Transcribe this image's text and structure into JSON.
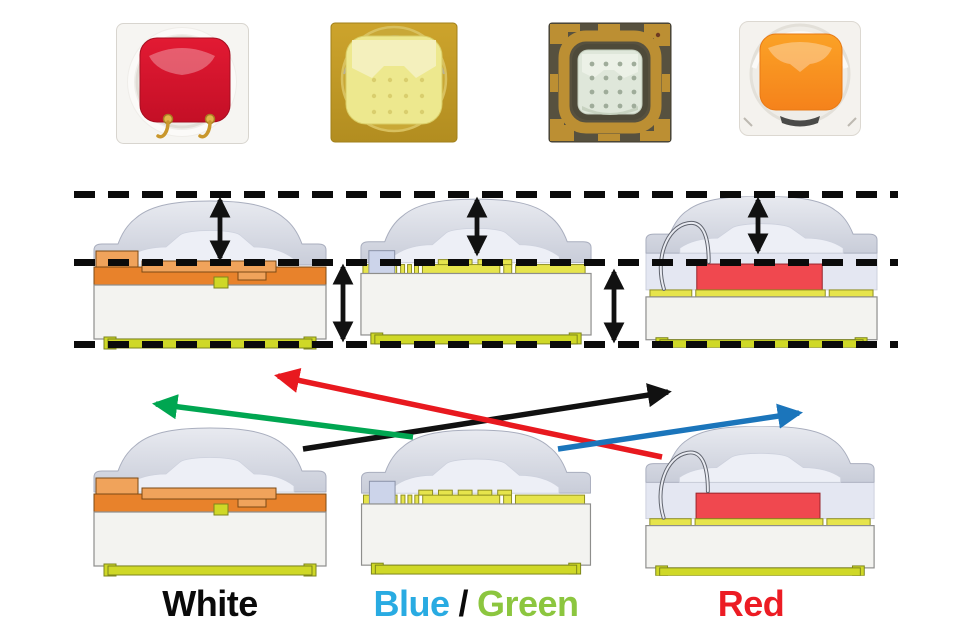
{
  "labels": {
    "white": "White",
    "blue": "Blue",
    "slash": "/",
    "green": "Green",
    "red": "Red"
  },
  "photos": [
    {
      "name": "red-led-package-top-view"
    },
    {
      "name": "yellow-phosphor-led-package-top-view"
    },
    {
      "name": "flip-chip-led-package-top-view"
    },
    {
      "name": "orange-phosphor-led-package-top-view"
    }
  ],
  "cross_sections": {
    "middle_row": [
      "white-led-cross-section",
      "blue-green-led-cross-section",
      "red-led-cross-section"
    ],
    "bottom_row": [
      "white-led-cross-section",
      "blue-green-led-cross-section",
      "red-led-cross-section"
    ]
  },
  "annotations": {
    "reference_lines": [
      "top-height-line",
      "middle-height-line",
      "bottom-height-line"
    ],
    "vertical_arrows": [
      {
        "name": "dome-height-arrow-white"
      },
      {
        "name": "dome-height-arrow-blue-green"
      },
      {
        "name": "dome-height-arrow-red"
      },
      {
        "name": "body-height-arrow-left"
      },
      {
        "name": "body-height-arrow-right"
      }
    ],
    "emission_arrows": [
      {
        "name": "emission-arrow-green",
        "color": "#00A651",
        "points": "left"
      },
      {
        "name": "emission-arrow-black",
        "color": "#111111",
        "points": "right"
      },
      {
        "name": "emission-arrow-red",
        "color": "#E8191F",
        "points": "left"
      },
      {
        "name": "emission-arrow-blue",
        "color": "#1B75BB",
        "points": "right"
      }
    ]
  },
  "colors": {
    "label-blue": "#29ABE2",
    "label-green": "#8CC63F",
    "label-red": "#EC1C24",
    "arrow-green": "#00A651",
    "arrow-red": "#E8191F",
    "arrow-blue": "#1B75BB",
    "arrow-black": "#111111",
    "chip-orange": "#E8822B",
    "chip-orange-light": "#F0A35B",
    "chip-red": "#F0484F",
    "chip-yellow": "#E6E44C",
    "pad-yellow": "#CFD827",
    "blue-component": "#CCD4EA",
    "dome-top": "#E8EAF0",
    "dome-bottom": "#C9CDD9",
    "dome-inner": "#EDEFF6",
    "lavender": "#E4E7F2",
    "substrate": "#F3F3F0"
  }
}
